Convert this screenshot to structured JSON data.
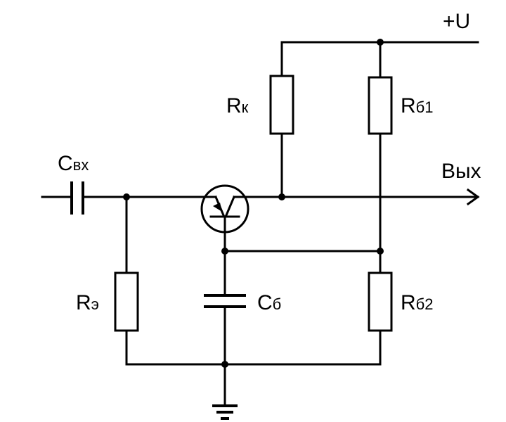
{
  "supply": {
    "label": "+U"
  },
  "output": {
    "label": "Вых"
  },
  "components": {
    "input_capacitor": {
      "main": "C",
      "sub": "вх"
    },
    "collector_resistor": {
      "main": "R",
      "sub": "к"
    },
    "base_resistor_top": {
      "main": "R",
      "sub": "б1"
    },
    "base_resistor_bottom": {
      "main": "R",
      "sub": "б2"
    },
    "emitter_resistor": {
      "main": "R",
      "sub": "э"
    },
    "base_capacitor": {
      "main": "C",
      "sub": "б"
    }
  }
}
